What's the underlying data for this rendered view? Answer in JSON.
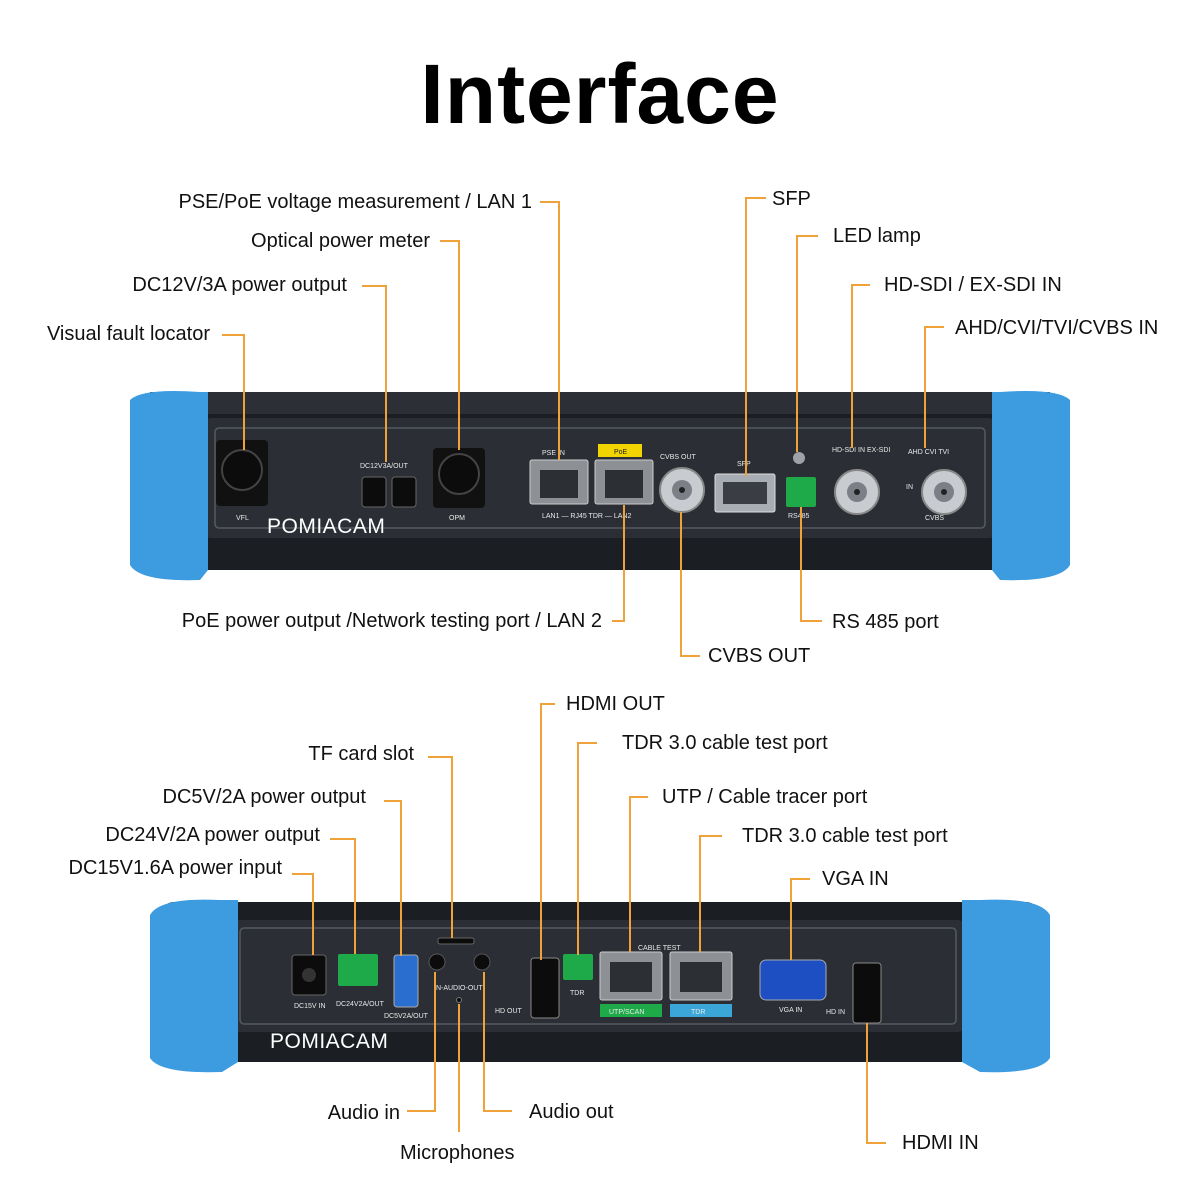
{
  "title": "Interface",
  "colors": {
    "leader": "#f0a23a",
    "bumper": "#3d9be0",
    "body": "#1b1e22",
    "panel": "#2b2f35"
  },
  "top_panel": {
    "brand": "POMIACAM",
    "labels": {
      "pse_poe": "PSE/PoE voltage measurement / LAN 1",
      "opm": "Optical power meter",
      "dc12": "DC12V/3A power output",
      "vfl": "Visual fault locator",
      "sfp": "SFP",
      "led": "LED lamp",
      "sdi": "HD-SDI / EX-SDI IN",
      "ahd": "AHD/CVI/TVI/CVBS IN",
      "poe_out": "PoE power output /Network testing port / LAN 2",
      "rs485": "RS 485 port",
      "cvbs_out": "CVBS OUT"
    },
    "silk": {
      "vfl": "VFL",
      "dc12": "DC12V3A/OUT",
      "opm": "OPM",
      "pse_in": "PSE IN",
      "poe": "PoE",
      "lan": "LAN1 — RJ45 TDR — LAN2",
      "cvbs_out": "CVBS OUT",
      "sfp": "SFP",
      "rs485": "RS485",
      "sdi": "HD-SDI IN EX-SDI",
      "ahd": "AHD CVI TVI",
      "in": "IN",
      "cvbs": "CVBS"
    }
  },
  "bottom_panel": {
    "brand": "POMIACAM",
    "labels": {
      "hdmi_out": "HDMI OUT",
      "tdr1": "TDR 3.0 cable test port",
      "tf": "TF card slot",
      "dc5": "DC5V/2A power output",
      "utp": "UTP / Cable tracer port",
      "dc24": "DC24V/2A power output",
      "tdr2": "TDR 3.0 cable test port",
      "dc15": "DC15V1.6A power input",
      "vga": "VGA IN",
      "audio_in": "Audio in",
      "audio_out": "Audio out",
      "mic": "Microphones",
      "hdmi_in": "HDMI IN"
    },
    "silk": {
      "dc15": "DC15V IN",
      "dc24": "DC24V2A/OUT",
      "dc5": "DC5V2A/OUT",
      "audio": "IN-AUDIO-OUT",
      "hd_out": "HD OUT",
      "tdr": "TDR",
      "cable_test": "CABLE TEST",
      "utp": "UTP/SCAN",
      "tdr2": "TDR",
      "vga": "VGA IN",
      "hd_in": "HD IN"
    }
  }
}
